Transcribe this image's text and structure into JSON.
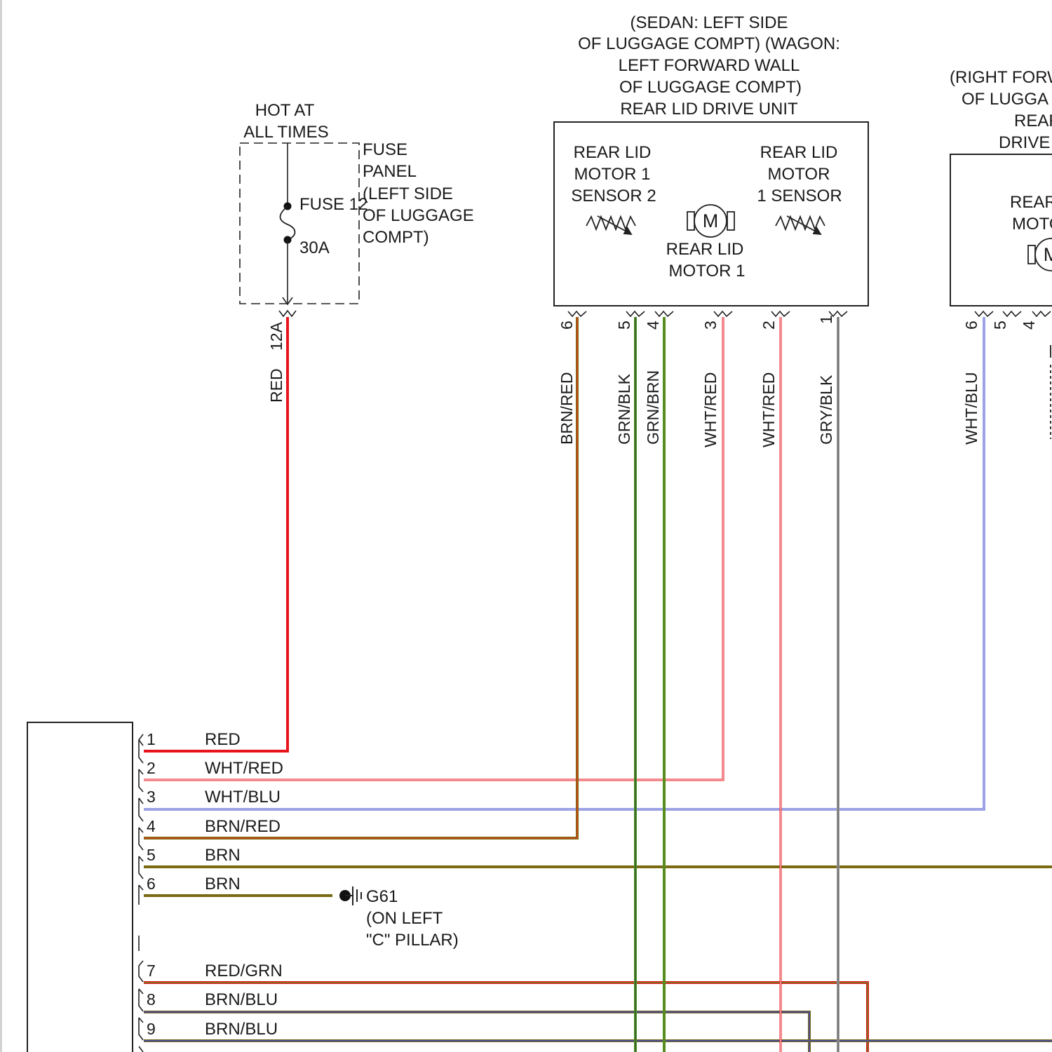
{
  "fuse_panel": {
    "hot_label": [
      "HOT AT",
      "ALL TIMES"
    ],
    "fuse_label": "FUSE 12",
    "fuse_rating": "30A",
    "panel_label": [
      "FUSE",
      "PANEL",
      "(LEFT SIDE",
      "OF LUGGAGE",
      "COMPT)"
    ],
    "terminal": "12A",
    "wire_color_name": "RED"
  },
  "left_drive_unit": {
    "location": [
      "(SEDAN: LEFT SIDE",
      "OF LUGGAGE COMPT) (WAGON:",
      "LEFT FORWARD WALL",
      "OF LUGGAGE COMPT)",
      "REAR LID DRIVE UNIT"
    ],
    "sensor2_label": [
      "REAR LID",
      "MOTOR 1",
      "SENSOR 2"
    ],
    "sensor1_label": [
      "REAR LID",
      "MOTOR",
      "1 SENSOR"
    ],
    "motor_label": [
      "REAR LID",
      "MOTOR 1"
    ],
    "motor_symbol": "M",
    "pins": [
      {
        "pin": "6",
        "wire": "BRN/RED"
      },
      {
        "pin": "5",
        "wire": "GRN/BLK"
      },
      {
        "pin": "4",
        "wire": "GRN/BRN"
      },
      {
        "pin": "3",
        "wire": "WHT/RED"
      },
      {
        "pin": "2",
        "wire": "WHT/RED"
      },
      {
        "pin": "1",
        "wire": "GRY/BLK"
      }
    ]
  },
  "right_drive_unit": {
    "location": [
      "(RIGHT FORW",
      "OF LUGGA",
      "REAR",
      "DRIVE"
    ],
    "motor_label": [
      "REAR",
      "MOTO"
    ],
    "motor_symbol": "M",
    "pins": [
      {
        "pin": "6",
        "wire": "WHT/BLU"
      },
      {
        "pin": "5",
        "wire": ""
      },
      {
        "pin": "4",
        "wire": ""
      }
    ]
  },
  "module_connector": {
    "pins": [
      {
        "pin": "1",
        "wire": "RED"
      },
      {
        "pin": "2",
        "wire": "WHT/RED"
      },
      {
        "pin": "3",
        "wire": "WHT/BLU"
      },
      {
        "pin": "4",
        "wire": "BRN/RED"
      },
      {
        "pin": "5",
        "wire": "BRN"
      },
      {
        "pin": "6",
        "wire": "BRN"
      },
      {
        "pin": "7",
        "wire": "RED/GRN"
      },
      {
        "pin": "8",
        "wire": "BRN/BLU"
      },
      {
        "pin": "9",
        "wire": "BRN/BLU"
      }
    ]
  },
  "ground": {
    "id": "G61",
    "location": [
      "(ON LEFT",
      "\"C\" PILLAR)"
    ]
  },
  "wire_colors": {
    "red": "#e8141b",
    "brown": "#7a6a12",
    "green": "#4b9a22",
    "gray": "#9a9a9a",
    "blue": "#3b44c8",
    "pink": "#e8a3a8",
    "orange": "#c4621c"
  }
}
